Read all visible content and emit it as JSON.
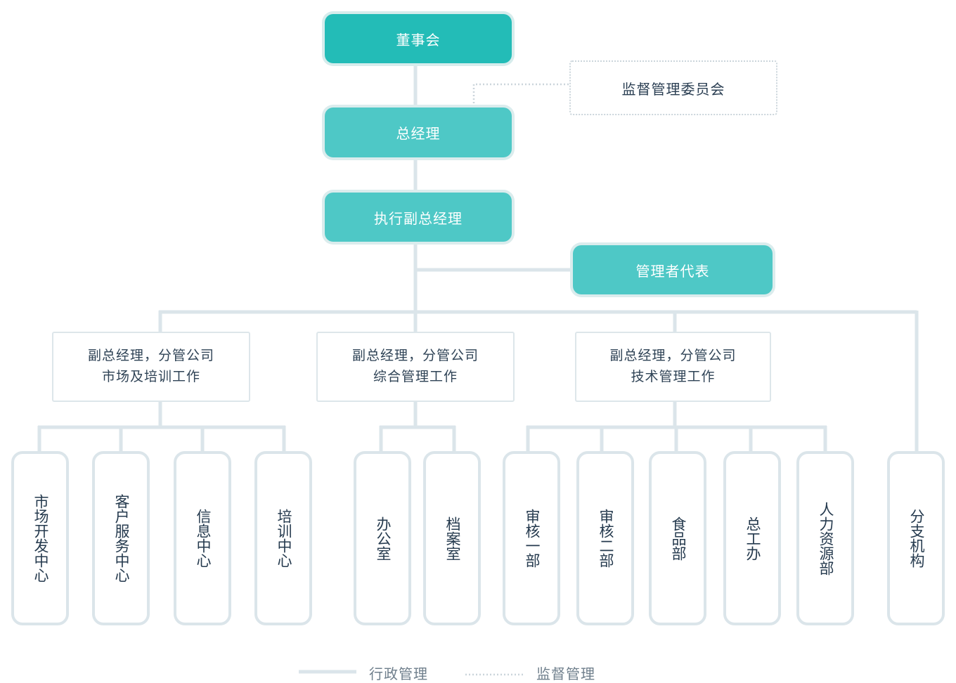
{
  "top": {
    "board": "董事会",
    "supervision_committee": "监督管理委员会",
    "general_manager": "总经理",
    "exec_vice_gm": "执行副总经理",
    "mgmt_representative": "管理者代表"
  },
  "vice_managers": [
    {
      "line1": "副总经理，分管公司",
      "line2": "市场及培训工作"
    },
    {
      "line1": "副总经理，分管公司",
      "line2": "综合管理工作"
    },
    {
      "line1": "副总经理，分管公司",
      "line2": "技术管理工作"
    }
  ],
  "departments": [
    "市场开发中心",
    "客户服务中心",
    "信息中心",
    "培训中心",
    "办公室",
    "档案室",
    "审核一部",
    "审核二部",
    "食品部",
    "总工办",
    "人力资源部",
    "分支机构"
  ],
  "legend": {
    "admin": "行政管理",
    "supervision": "监督管理"
  },
  "colors": {
    "teal_dark": "#23bcb7",
    "teal_light": "#4ec8c6",
    "line": "#dbe5ea",
    "text": "#253a4e"
  }
}
